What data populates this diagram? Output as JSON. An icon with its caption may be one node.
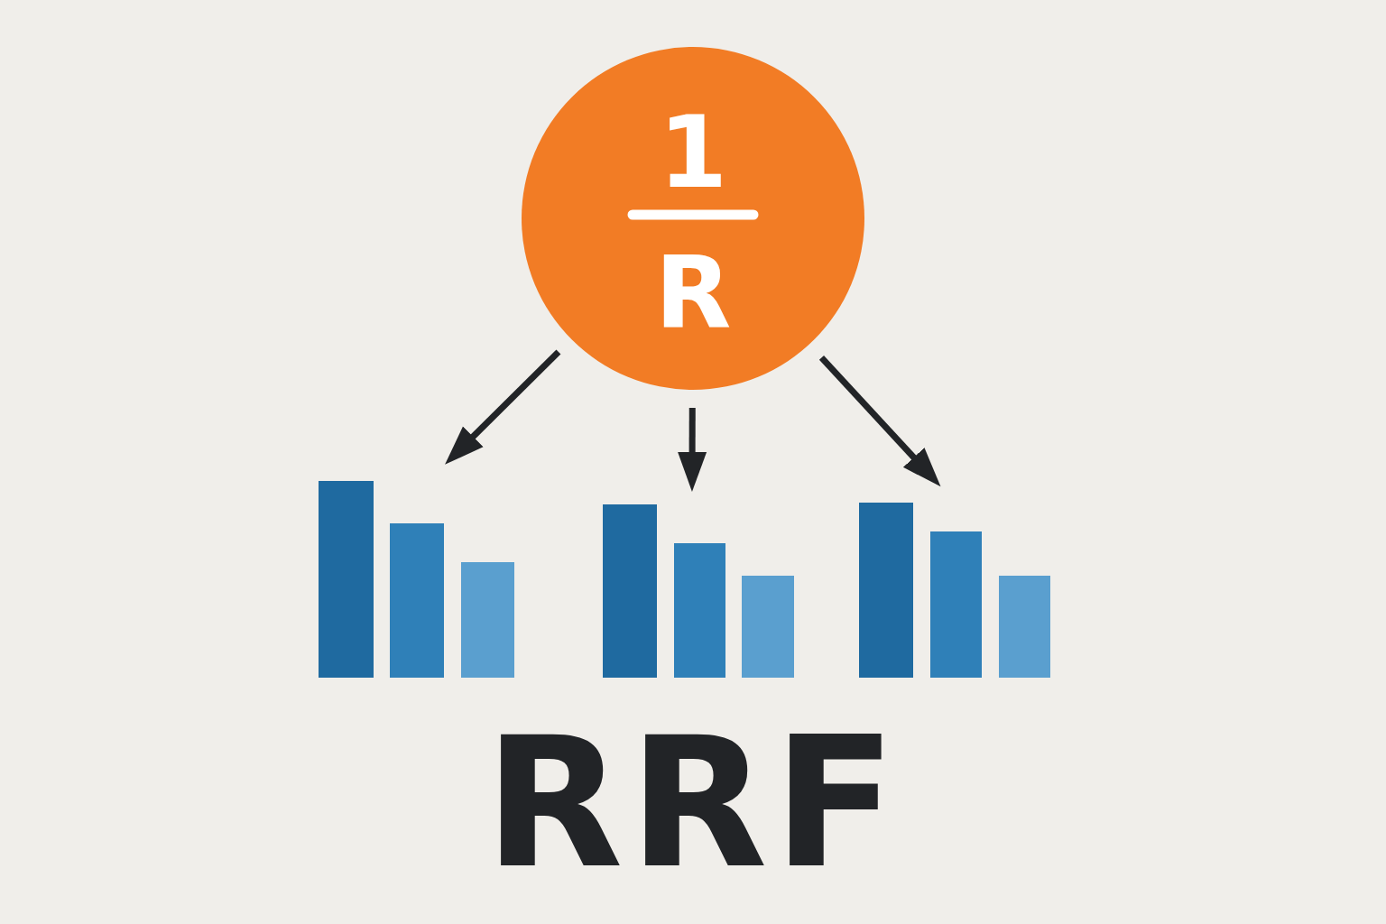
{
  "diagram": {
    "nodes": [
      {
        "text": [
          "1",
          "R"
        ]
      },
      {
        "text": [],
        "shape": "bar"
      },
      {
        "text": [],
        "shape": "bar"
      },
      {
        "text": [],
        "shape": "bar"
      }
    ],
    "edges": [
      {
        "from": 0,
        "to": 1,
        "arrow": "to"
      },
      {
        "from": 0,
        "to": 2,
        "arrow": "to"
      },
      {
        "from": 0,
        "to": 3,
        "arrow": "to"
      }
    ],
    "labels": [
      "RRF"
    ]
  }
}
